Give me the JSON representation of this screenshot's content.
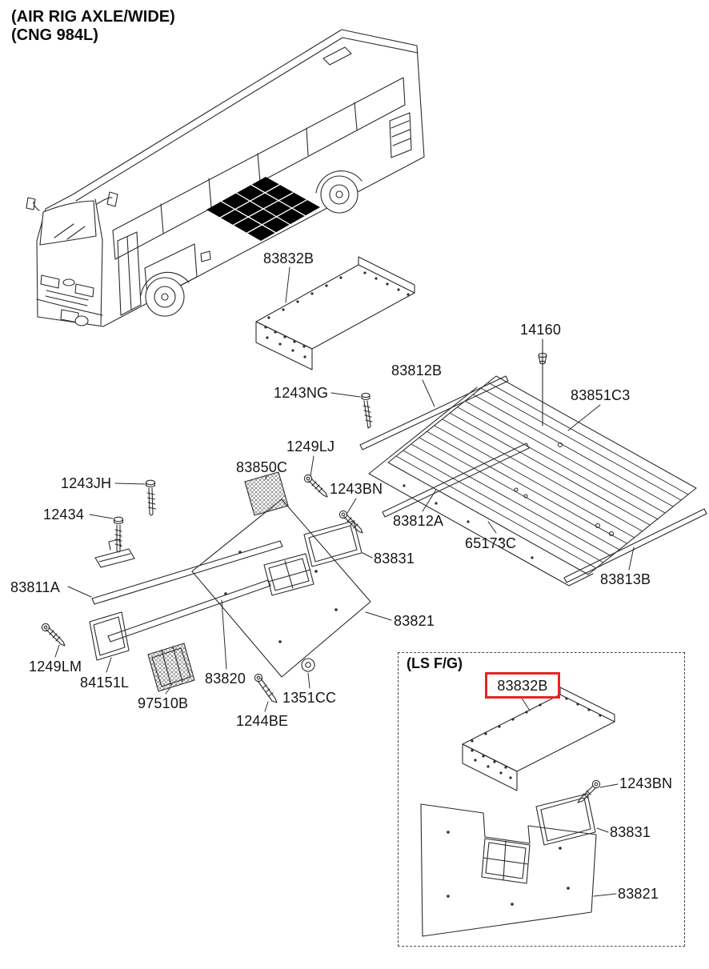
{
  "header": {
    "line1": "(AIR RIG AXLE/WIDE)",
    "line2": "(CNG 984L)"
  },
  "labels": {
    "83832B": "83832B",
    "14160": "14160",
    "83812B": "83812B",
    "1243NG": "1243NG",
    "83851C3": "83851C3",
    "1249LJ": "1249LJ",
    "83850C": "83850C",
    "1243BN": "1243BN",
    "1243JH": "1243JH",
    "12434": "12434",
    "83812A": "83812A",
    "65173C": "65173C",
    "83831": "83831",
    "83811A": "83811A",
    "83813B": "83813B",
    "83821": "83821",
    "1249LM": "1249LM",
    "84151L": "84151L",
    "83820": "83820",
    "97510B": "97510B",
    "1351CC": "1351CC",
    "1244BE": "1244BE"
  },
  "inset": {
    "title": "(LS F/G)",
    "highlighted_part": "83832B",
    "labels": {
      "83832B": "83832B",
      "1243BN": "1243BN",
      "83831": "83831",
      "83821": "83821"
    }
  },
  "colors": {
    "background": "#ffffff",
    "line": "#2b2b2b",
    "highlight_box": "#e8251f",
    "checker_fill": "#000000"
  }
}
